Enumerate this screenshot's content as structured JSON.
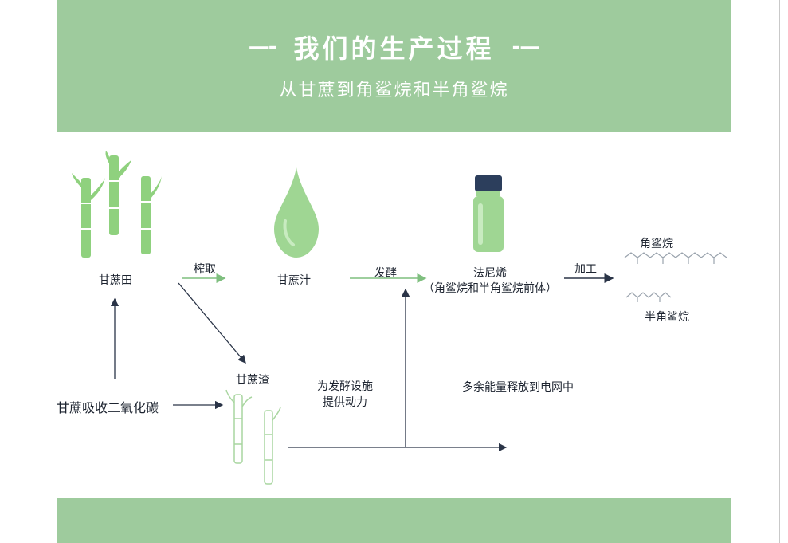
{
  "header": {
    "title": "我们的生产过程",
    "title_dash_left": "—-",
    "title_dash_right": "-—",
    "subtitle": "从甘蔗到角鲨烷和半角鲨烷"
  },
  "nodes": {
    "sugarcane_field": "甘蔗田",
    "sugarcane_juice": "甘蔗汁",
    "farnesene": "法尼烯",
    "farnesene_note": "（角鲨烷和半角鲨烷前体）",
    "squalane": "角鲨烷",
    "hemisqualane": "半角鲨烷",
    "bagasse": "甘蔗渣",
    "co2_absorb": "甘蔗吸收二氧化碳"
  },
  "edges": {
    "squeeze": "榨取",
    "ferment": "发酵",
    "process": "加工",
    "power_line1": "为发酵设施",
    "power_line2": "提供动力",
    "excess_energy": "多余能量释放到电网中"
  },
  "colors": {
    "header_bg": "#9ecb9d",
    "green_arrow": "#7fbf7f",
    "dark_arrow": "#2a3447",
    "plant_green": "#8fd17e",
    "drop_green": "#9fd693",
    "bottle_cap": "#2c3e5c",
    "bagasse_outline": "#a9d6a0"
  }
}
